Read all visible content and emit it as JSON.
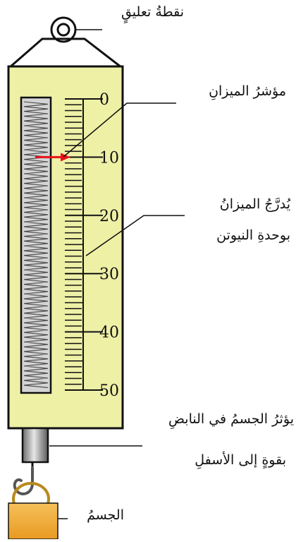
{
  "labels": {
    "hanging_point": "نقطةُ تعليقٍ",
    "pointer": "مؤشرُ الميزانِ",
    "scale_line1": "يُدرَّجُ الميزانُ",
    "scale_line2": "بوحدةِ النيوتن",
    "force_line1": "يؤثرُ الجسمُ في النابضِ",
    "force_line2": "بقوةٍ إلى الأسفلِ",
    "body": "الجسمُ"
  },
  "scale": {
    "min": 0,
    "max": 50,
    "major_step": 10,
    "minor_step": 1,
    "tick_labels": [
      "0",
      "10",
      "20",
      "30",
      "40",
      "50"
    ],
    "pointer_reading": 10
  },
  "colors": {
    "body": "#eef0a6",
    "pointer": "#e8121a",
    "spring_window": "#d4d4d4",
    "mass": "#f3b23c"
  }
}
